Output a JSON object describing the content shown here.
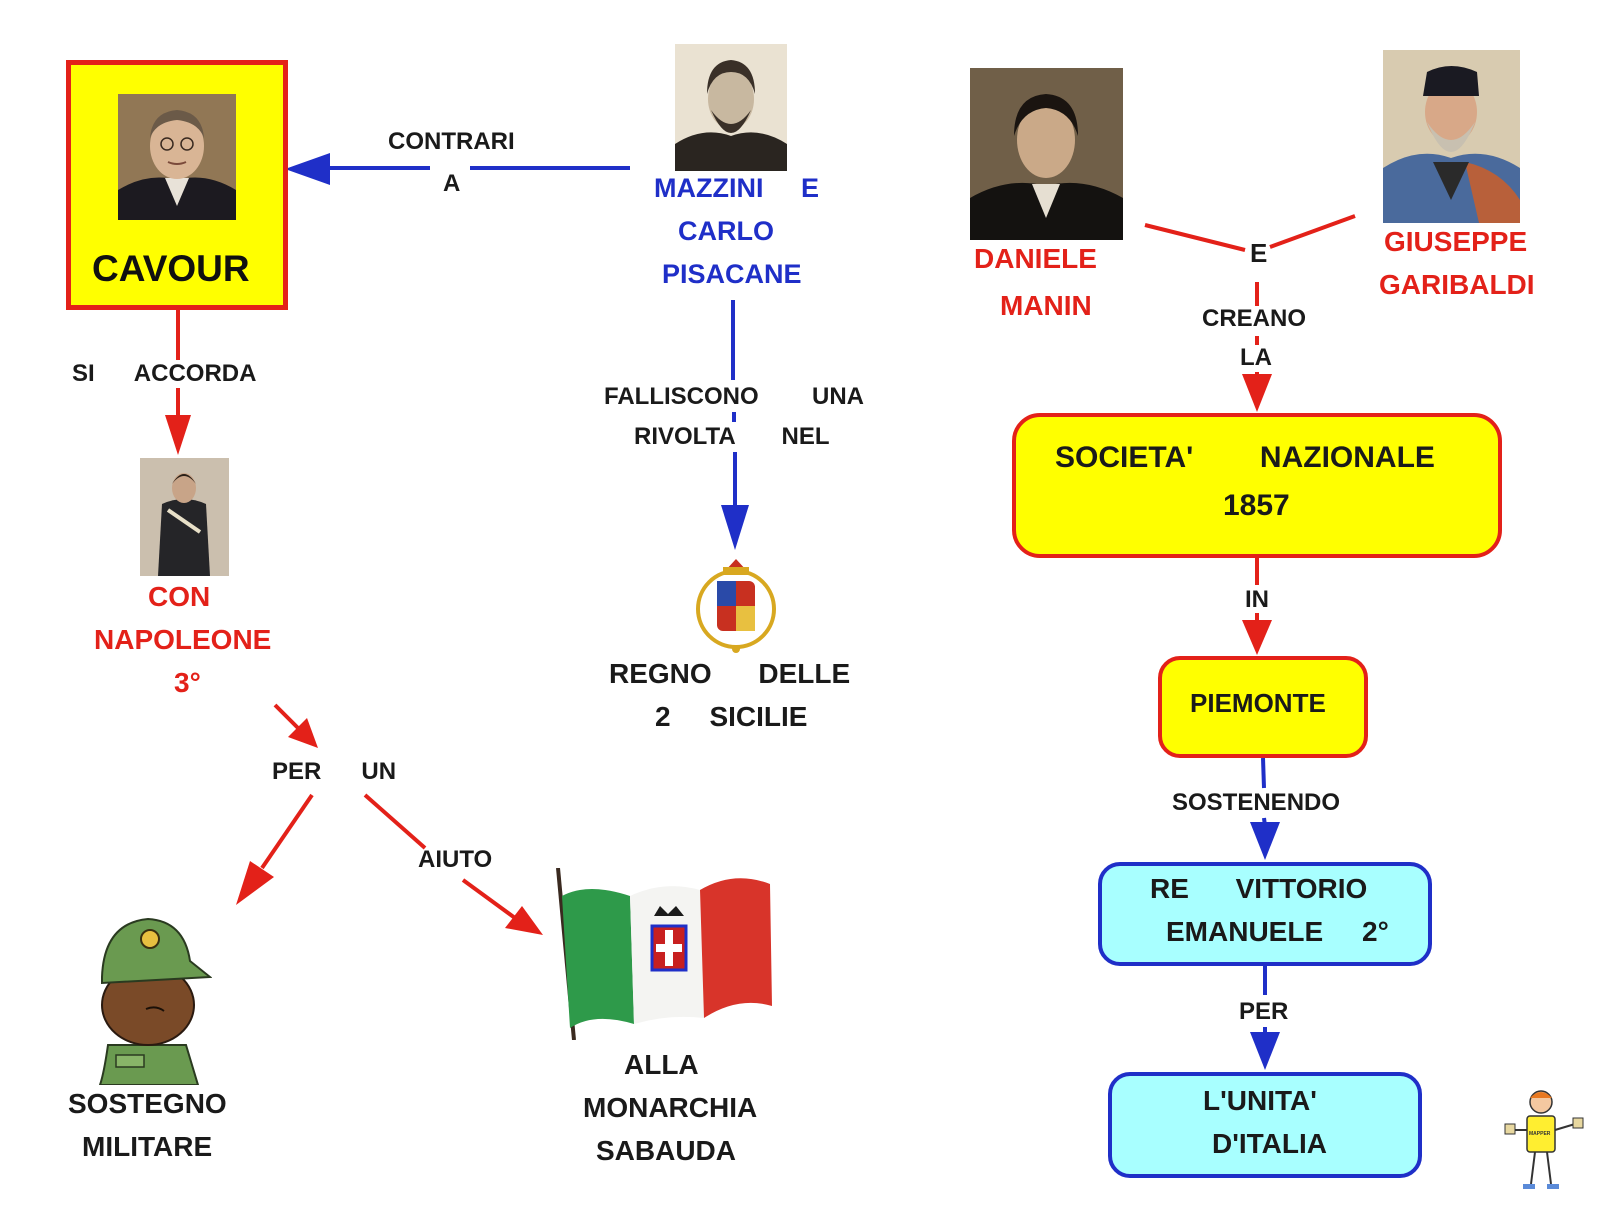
{
  "colors": {
    "red": "#e32119",
    "blue": "#1f2fc8",
    "yellow_box": "#ffff00",
    "cyan_box": "#a8ffff",
    "text": "#1a1a1a"
  },
  "nodes": {
    "cavour": "CAVOUR",
    "mazzini_line1": "MAZZINI     E",
    "mazzini_line2": "CARLO",
    "mazzini_line3": "PISACANE",
    "manin_line1": "DANIELE",
    "manin_line2": "MANIN",
    "garibaldi_line1": "GIUSEPPE",
    "garibaldi_line2": "GARIBALDI",
    "napoleone_line1": "CON",
    "napoleone_line2": "NAPOLEONE",
    "napoleone_line3": "3°",
    "regno_line1": "REGNO      DELLE",
    "regno_line2": "2     SICILIE",
    "societa_line1": "SOCIETA'        NAZIONALE",
    "societa_line2": "1857",
    "piemonte": "PIEMONTE",
    "re_line1": "RE      VITTORIO",
    "re_line2": "EMANUELE     2°",
    "unita_line1": "L'UNITA'",
    "unita_line2": "D'ITALIA",
    "sostegno_line1": "SOSTEGNO",
    "sostegno_line2": "MILITARE",
    "monarchia_line1": "ALLA",
    "monarchia_line2": "MONARCHIA",
    "monarchia_line3": "SABAUDA"
  },
  "links": {
    "contrari_line1": "CONTRARI",
    "contrari_line2": "A",
    "si_accorda": "SI      ACCORDA",
    "falliscono_line1": "FALLISCONO        UNA",
    "falliscono_line2": "RIVOLTA       NEL",
    "per_un": "PER      UN",
    "aiuto": "AIUTO",
    "e": "E",
    "creano": "CREANO",
    "la": "LA",
    "in": "IN",
    "sostenendo": "SOSTENENDO",
    "per": "PER"
  },
  "images": {
    "cavour": "portrait-cavour",
    "mazzini": "portrait-mazzini",
    "manin": "portrait-manin",
    "garibaldi": "portrait-garibaldi",
    "napoleone": "portrait-napoleone",
    "crest": "coat-of-arms-two-sicilies",
    "soldier": "soldier-cartoon",
    "flag": "italian-flag-savoy",
    "mascot": "mapper-mascot"
  },
  "mascot_badge": "MAPPER"
}
